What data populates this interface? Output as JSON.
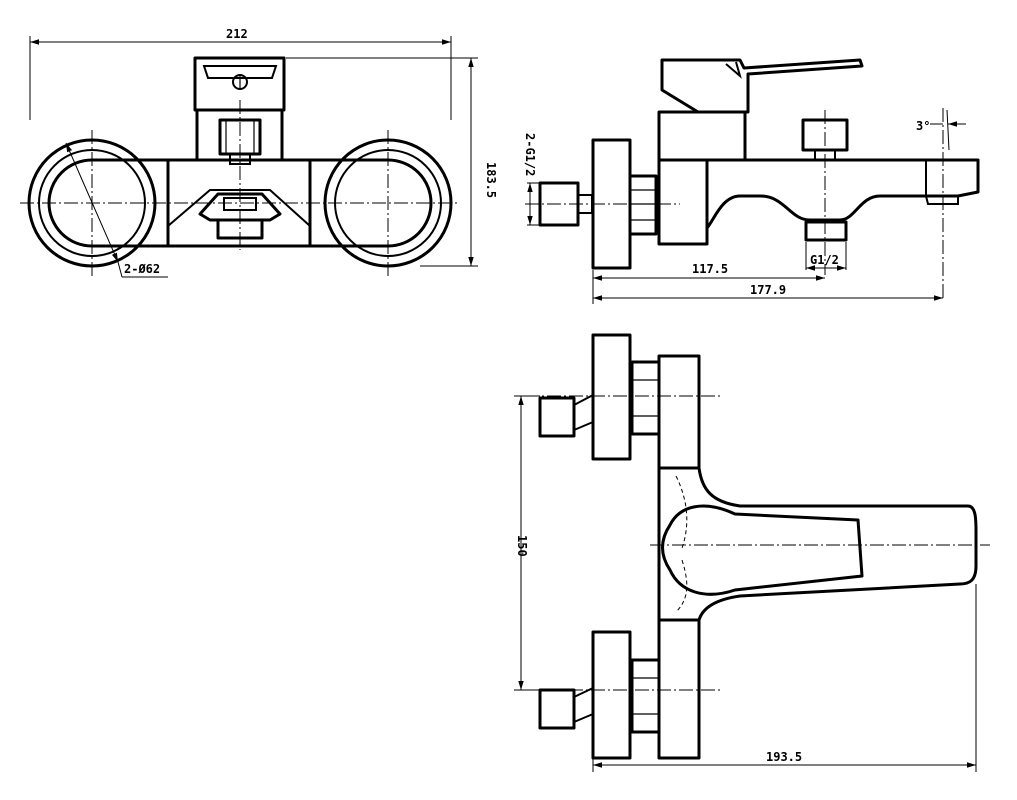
{
  "dimensions": {
    "overall_width": "212",
    "overall_height": "183.5",
    "flange_diameter": "2-Ø62",
    "inlet_thread": "2-G1/2",
    "outlet_thread": "G1/2",
    "spout_angle": "3°",
    "inlet_to_outlet": "117.5",
    "total_depth": "177.9",
    "inlet_spacing": "150",
    "handle_reach": "193.5"
  }
}
